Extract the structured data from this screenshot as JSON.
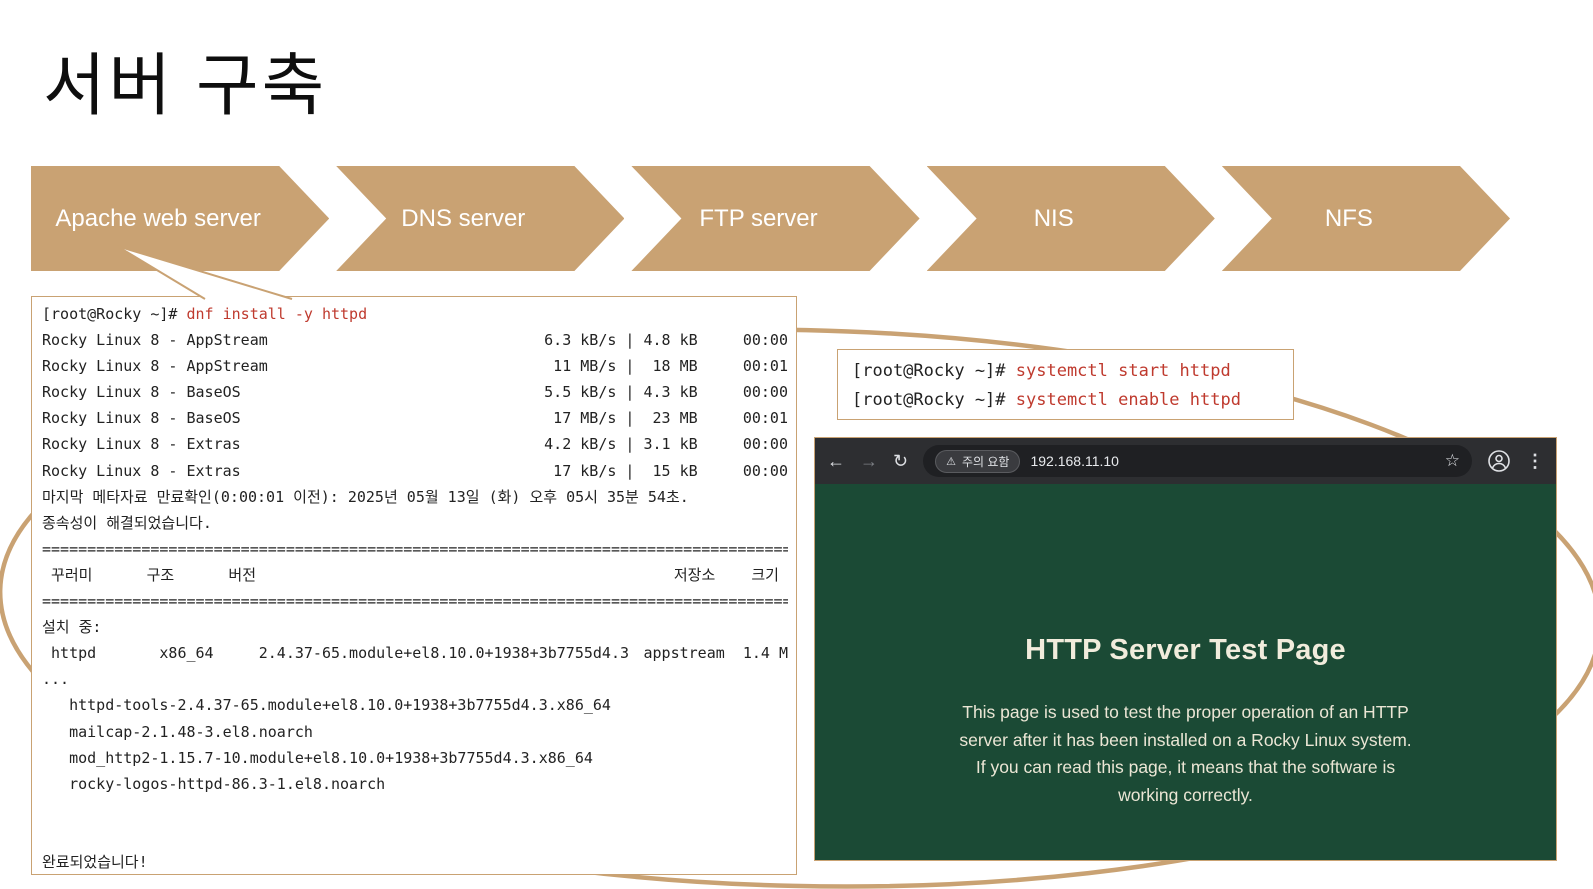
{
  "title": "서버 구축",
  "colors": {
    "accent_tan": "#c9a273",
    "command_red": "#bf3a2e",
    "page_green": "#1b4a35",
    "toolbar_dark": "#2d2e31",
    "addressbar_dark": "#1f2023"
  },
  "process_arrows": [
    {
      "label": "Apache web server"
    },
    {
      "label": "DNS server"
    },
    {
      "label": "FTP server"
    },
    {
      "label": "NIS"
    },
    {
      "label": "NFS"
    }
  ],
  "terminal": {
    "prompt": "[root@Rocky ~]# ",
    "command": "dnf install -y httpd",
    "repo_lines": [
      {
        "name": "Rocky Linux 8 - AppStream",
        "stats": "6.3 kB/s | 4.8 kB     00:00"
      },
      {
        "name": "Rocky Linux 8 - AppStream",
        "stats": " 11 MB/s |  18 MB     00:01"
      },
      {
        "name": "Rocky Linux 8 - BaseOS",
        "stats": "5.5 kB/s | 4.3 kB     00:00"
      },
      {
        "name": "Rocky Linux 8 - BaseOS",
        "stats": " 17 MB/s |  23 MB     00:01"
      },
      {
        "name": "Rocky Linux 8 - Extras",
        "stats": "4.2 kB/s | 3.1 kB     00:00"
      },
      {
        "name": "Rocky Linux 8 - Extras",
        "stats": " 17 kB/s |  15 kB     00:00"
      }
    ],
    "meta_line": "마지막 메타자료 만료확인(0:00:01 이전): 2025년 05월 13일 (화) 오후 05시 35분 54초.",
    "resolved_line": "종속성이 해결되었습니다.",
    "separator": "====================================================================================",
    "table_header_left": " 꾸러미      구조      버전",
    "table_header_right": "저장소    크기 ",
    "installing_label": "설치 중:",
    "pkg_row_left": " httpd       x86_64     2.4.37-65.module+el8.10.0+1938+3b7755d4.3",
    "pkg_row_right": "appstream  1.4 M",
    "ellipsis": "...",
    "dep_pkgs": [
      "   httpd-tools-2.4.37-65.module+el8.10.0+1938+3b7755d4.3.x86_64",
      "   mailcap-2.1.48-3.el8.noarch",
      "   mod_http2-1.15.7-10.module+el8.10.0+1938+3b7755d4.3.x86_64",
      "   rocky-logos-httpd-86.3-1.el8.noarch"
    ],
    "done_line": "완료되었습니다!"
  },
  "systemctl_box": {
    "prompt": "[root@Rocky ~]# ",
    "commands": [
      "systemctl start httpd",
      "systemctl enable httpd"
    ]
  },
  "browser": {
    "warning_badge": "주의 요함",
    "warning_icon": "⚠",
    "url": "192.168.11.10",
    "page": {
      "heading": "HTTP Server Test Page",
      "body": "This page is used to test the proper operation of an HTTP server after it has been installed on a Rocky Linux system. If you can read this page, it means that the software is working correctly."
    }
  }
}
